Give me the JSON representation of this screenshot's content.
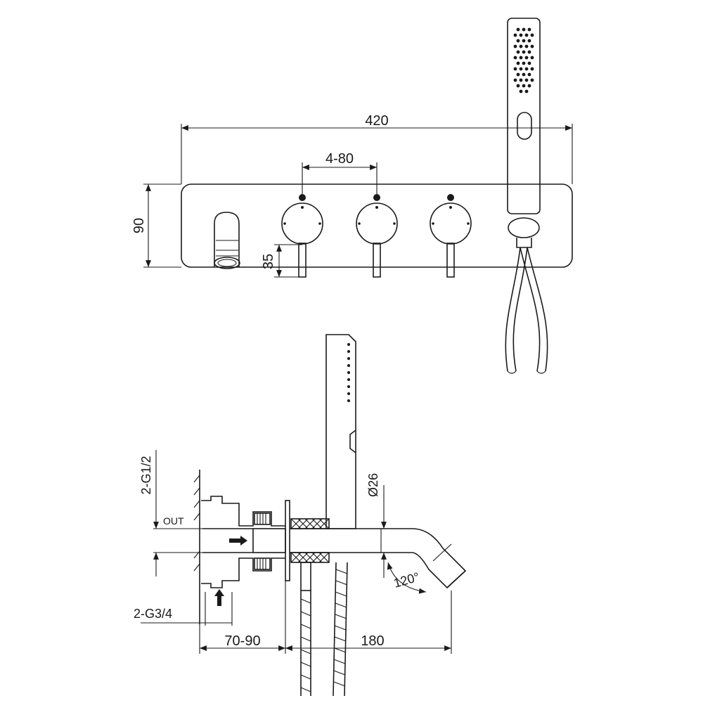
{
  "diagram": {
    "dimensions": {
      "overall_width": "420",
      "valve_spacing": "4-80",
      "plate_height": "90",
      "handle_offset": "35",
      "outlet_thread": "2-G1/2",
      "outlet_label": "OUT",
      "inlet_thread": "2-G3/4",
      "spout_diameter": "Ø26",
      "wall_depth": "70-90",
      "spout_projection": "180",
      "spout_angle": "120°"
    },
    "colors": {
      "line": "#1a1a1a",
      "background": "#ffffff"
    }
  }
}
